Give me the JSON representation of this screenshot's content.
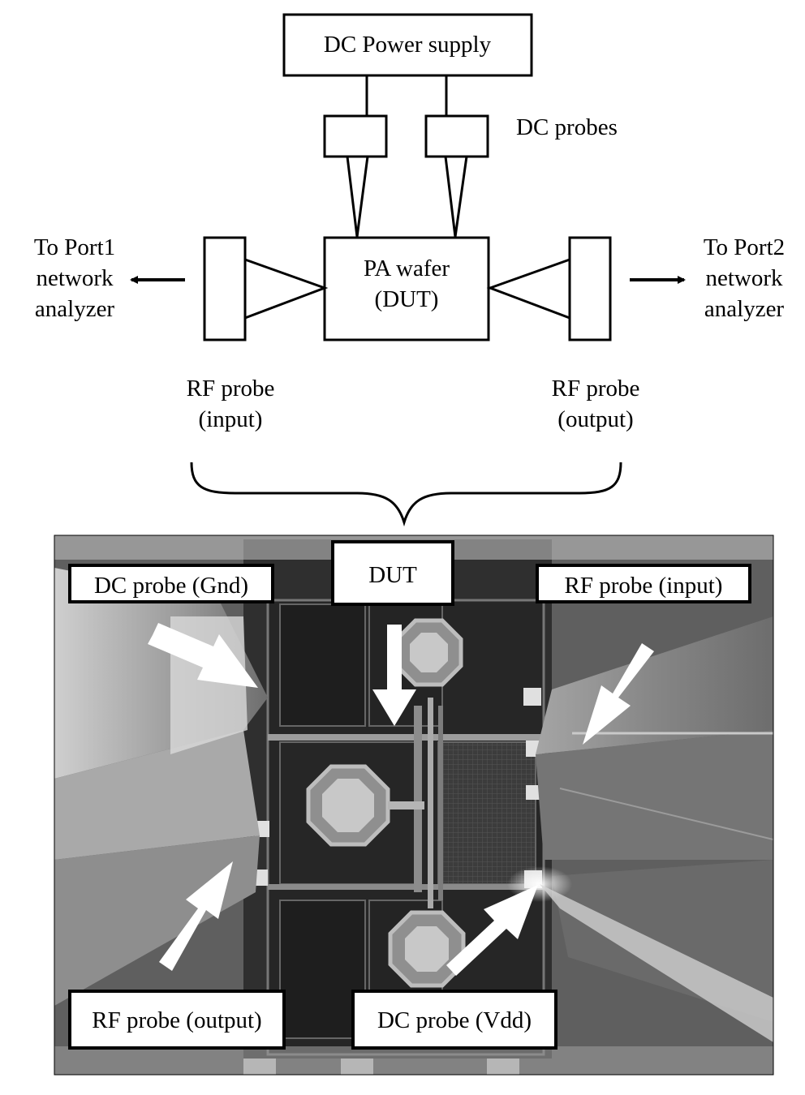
{
  "schematic": {
    "power_supply": "DC Power supply",
    "dc_probes": "DC probes",
    "dut_line1": "PA wafer",
    "dut_line2": "(DUT)",
    "port1": [
      "To Port1",
      "network",
      "analyzer"
    ],
    "port2": [
      "To Port2",
      "network",
      "analyzer"
    ],
    "rf_input": [
      "RF probe",
      "(input)"
    ],
    "rf_output": [
      "RF probe",
      "(output)"
    ]
  },
  "photo": {
    "labels": {
      "dut": "DUT",
      "dc_gnd": "DC probe (Gnd)",
      "rf_input": "RF probe (input)",
      "rf_output": "RF probe (output)",
      "dc_vdd": "DC probe (Vdd)"
    }
  }
}
